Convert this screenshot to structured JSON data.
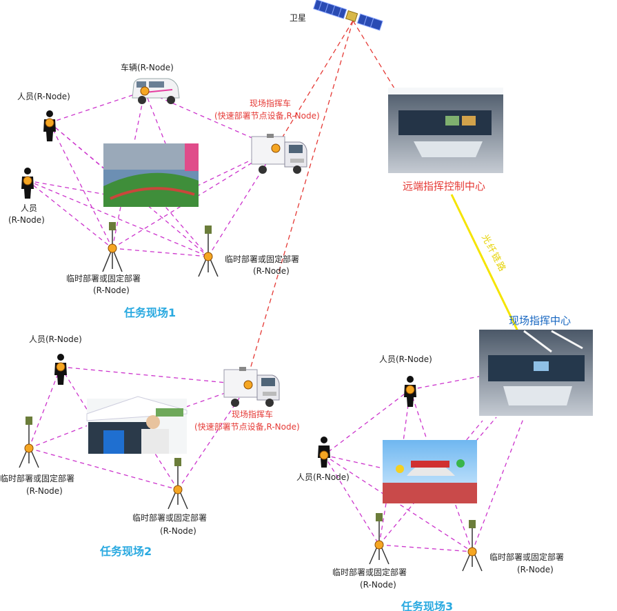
{
  "labels": {
    "satellite": "卫星",
    "vehicle": "车辆(R-Node)",
    "person_top": "人员(R-Node)",
    "person_mid": "人员",
    "person_mid_sub": "(R-Node)",
    "cmd_vehicle_1": "现场指挥车",
    "cmd_vehicle_1_sub": "(快速部署节点设备,R-Node)",
    "cmd_vehicle_2": "现场指挥车",
    "cmd_vehicle_2_sub": "(快速部署节点设备,R-Node)",
    "tripod_1a": "临时部署或固定部署",
    "tripod_1a_sub": "(R-Node)",
    "tripod_1b": "临时部署或固定部署",
    "tripod_1b_sub": "(R-Node)",
    "remote_center": "远端指挥控制中心",
    "fiber_link": "光纤链路",
    "field_center": "现场指挥中心",
    "person_s2": "人员(R-Node)",
    "tripod_2a": "临时部署或固定部署",
    "tripod_2a_sub": "(R-Node)",
    "tripod_2b": "临时部署或固定部署",
    "tripod_2b_sub": "(R-Node)",
    "person_s3a": "人员(R-Node)",
    "person_s3b": "人员(R-Node)",
    "tripod_3a": "临时部署或固定部署",
    "tripod_3a_sub": "(R-Node)",
    "tripod_3b": "临时部署或固定部署",
    "tripod_3b_sub": "(R-Node)",
    "site1": "任务现场1",
    "site2": "任务现场2",
    "site3": "任务现场3"
  },
  "colors": {
    "mesh_link": "#cc33cc",
    "satellite_link": "#e53935",
    "fiber": "#f5e400",
    "node": "#f5a623",
    "site_title": "#29a9e0"
  }
}
